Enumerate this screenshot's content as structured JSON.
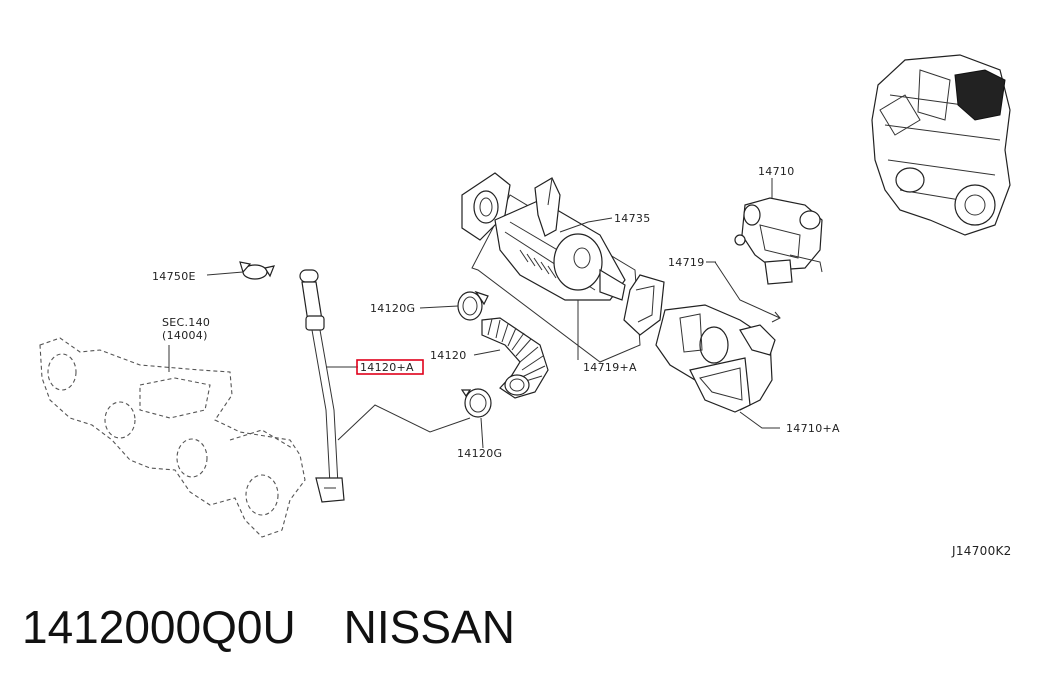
{
  "colors": {
    "highlight": "#e0001b",
    "line": "#222222"
  },
  "diagram": {
    "labels": {
      "p14750e": "14750E",
      "sec140": "SEC.140",
      "sec140_ref": "(14004)",
      "p14120a": "14120+A",
      "p14120g_top": "14120G",
      "p14120": "14120",
      "p14120g_bottom": "14120G",
      "p14735": "14735",
      "p14719a": "14719+A",
      "p14710": "14710",
      "p14719": "14719",
      "p14710a": "14710+A",
      "figure_code": "J14700K2"
    }
  },
  "footer": {
    "part_number": "1412000Q0U",
    "brand": "NISSAN"
  }
}
